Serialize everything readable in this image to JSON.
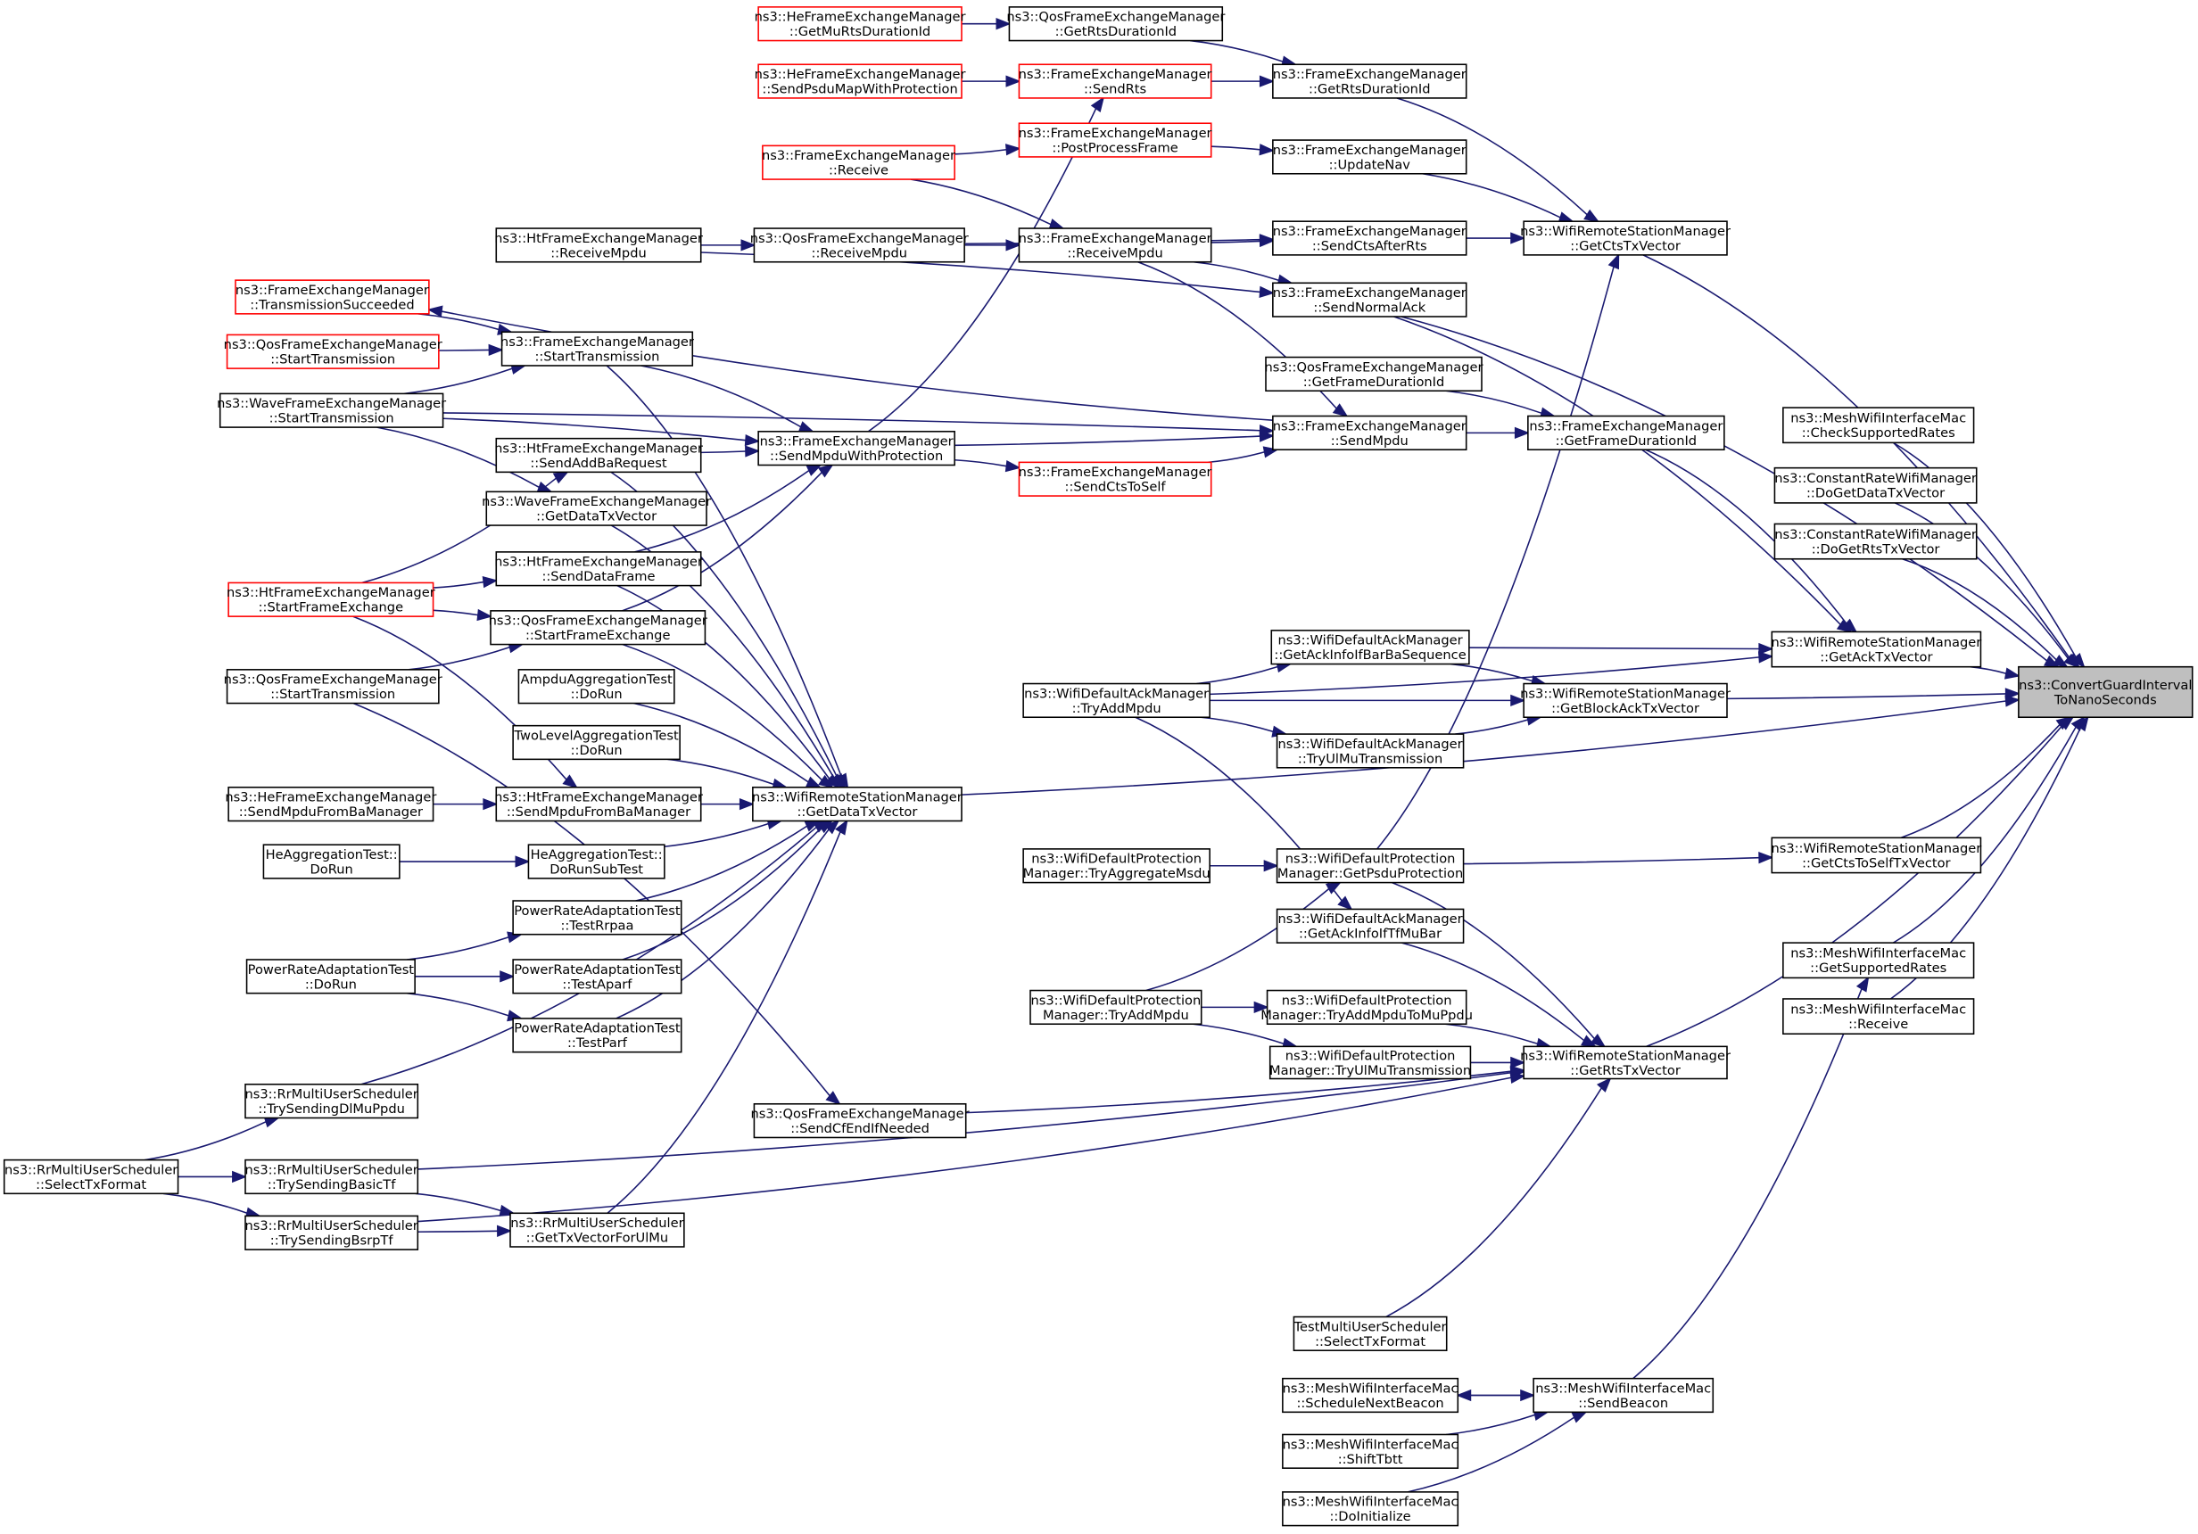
{
  "graph": {
    "title": "Call graph of ns3::ConvertGuardIntervalToNanoSeconds",
    "colors": {
      "edge": "#191970",
      "focus_fill": "#bfbfbf",
      "highlight_border": "#ff0000",
      "normal_border": "#000000"
    },
    "nodes": [
      {
        "id": "focus",
        "lines": [
          "ns3::ConvertGuardInterval",
          "ToNanoSeconds"
        ],
        "style": "focus"
      },
      {
        "id": "mesh_check",
        "lines": [
          "ns3::MeshWifiInterfaceMac",
          "::CheckSupportedRates"
        ],
        "style": "normal"
      },
      {
        "id": "crwm_data",
        "lines": [
          "ns3::ConstantRateWifiManager",
          "::DoGetDataTxVector"
        ],
        "style": "normal"
      },
      {
        "id": "crwm_rts",
        "lines": [
          "ns3::ConstantRateWifiManager",
          "::DoGetRtsTxVector"
        ],
        "style": "normal"
      },
      {
        "id": "wrsm_ack",
        "lines": [
          "ns3::WifiRemoteStationManager",
          "::GetAckTxVector"
        ],
        "style": "normal"
      },
      {
        "id": "wrsm_cts2self",
        "lines": [
          "ns3::WifiRemoteStationManager",
          "::GetCtsToSelfTxVector"
        ],
        "style": "normal"
      },
      {
        "id": "mesh_rates",
        "lines": [
          "ns3::MeshWifiInterfaceMac",
          "::GetSupportedRates"
        ],
        "style": "normal"
      },
      {
        "id": "mesh_recv",
        "lines": [
          "ns3::MeshWifiInterfaceMac",
          "::Receive"
        ],
        "style": "normal"
      },
      {
        "id": "wrsm_cts",
        "lines": [
          "ns3::WifiRemoteStationManager",
          "::GetCtsTxVector"
        ],
        "style": "normal"
      },
      {
        "id": "wrsm_ba",
        "lines": [
          "ns3::WifiRemoteStationManager",
          "::GetBlockAckTxVector"
        ],
        "style": "normal"
      },
      {
        "id": "wrsm_rts",
        "lines": [
          "ns3::WifiRemoteStationManager",
          "::GetRtsTxVector"
        ],
        "style": "normal"
      },
      {
        "id": "mesh_beacon",
        "lines": [
          "ns3::MeshWifiInterfaceMac",
          "::SendBeacon"
        ],
        "style": "normal"
      },
      {
        "id": "fem_getrtsdur",
        "lines": [
          "ns3::FrameExchangeManager",
          "::GetRtsDurationId"
        ],
        "style": "normal"
      },
      {
        "id": "fem_updnav",
        "lines": [
          "ns3::FrameExchangeManager",
          "::UpdateNav"
        ],
        "style": "normal"
      },
      {
        "id": "fem_ctsafterrts",
        "lines": [
          "ns3::FrameExchangeManager",
          "::SendCtsAfterRts"
        ],
        "style": "normal"
      },
      {
        "id": "fem_normalack",
        "lines": [
          "ns3::FrameExchangeManager",
          "::SendNormalAck"
        ],
        "style": "normal"
      },
      {
        "id": "qfem_framedur",
        "lines": [
          "ns3::QosFrameExchangeManager",
          "::GetFrameDurationId"
        ],
        "style": "normal"
      },
      {
        "id": "fem_framedur",
        "lines": [
          "ns3::FrameExchangeManager",
          "::GetFrameDurationId"
        ],
        "style": "normal"
      },
      {
        "id": "fem_sendmpdu",
        "lines": [
          "ns3::FrameExchangeManager",
          "::SendMpdu"
        ],
        "style": "normal"
      },
      {
        "id": "dam_barba",
        "lines": [
          "ns3::WifiDefaultAckManager",
          "::GetAckInfoIfBarBaSequence"
        ],
        "style": "normal"
      },
      {
        "id": "dam_ulmu",
        "lines": [
          "ns3::WifiDefaultAckManager",
          "::TryUlMuTransmission"
        ],
        "style": "normal"
      },
      {
        "id": "dam_tryadd",
        "lines": [
          "ns3::WifiDefaultAckManager",
          "::TryAddMpdu"
        ],
        "style": "normal"
      },
      {
        "id": "dpm_psdu",
        "lines": [
          "ns3::WifiDefaultProtection",
          "Manager::GetPsduProtection"
        ],
        "style": "normal"
      },
      {
        "id": "dpm_aggmsdu",
        "lines": [
          "ns3::WifiDefaultProtection",
          "Manager::TryAggregateMsdu"
        ],
        "style": "normal"
      },
      {
        "id": "dam_tfmubar",
        "lines": [
          "ns3::WifiDefaultAckManager",
          "::GetAckInfoIfTfMuBar"
        ],
        "style": "normal"
      },
      {
        "id": "dpm_tryadd",
        "lines": [
          "ns3::WifiDefaultProtection",
          "Manager::TryAddMpdu"
        ],
        "style": "normal"
      },
      {
        "id": "dpm_mumppdu",
        "lines": [
          "ns3::WifiDefaultProtection",
          "Manager::TryAddMpduToMuPpdu"
        ],
        "style": "normal"
      },
      {
        "id": "dpm_ulmu",
        "lines": [
          "ns3::WifiDefaultProtection",
          "Manager::TryUlMuTransmission"
        ],
        "style": "normal"
      },
      {
        "id": "tmus_select",
        "lines": [
          "TestMultiUserScheduler",
          "::SelectTxFormat"
        ],
        "style": "normal"
      },
      {
        "id": "mesh_schedbeacon",
        "lines": [
          "ns3::MeshWifiInterfaceMac",
          "::ScheduleNextBeacon"
        ],
        "style": "normal"
      },
      {
        "id": "mesh_shift",
        "lines": [
          "ns3::MeshWifiInterfaceMac",
          "::ShiftTbtt"
        ],
        "style": "normal"
      },
      {
        "id": "mesh_doinit",
        "lines": [
          "ns3::MeshWifiInterfaceMac",
          "::DoInitialize"
        ],
        "style": "normal"
      },
      {
        "id": "hefem_murts",
        "lines": [
          "ns3::HeFrameExchangeManager",
          "::GetMuRtsDurationId"
        ],
        "style": "red"
      },
      {
        "id": "qfem_rtsdur",
        "lines": [
          "ns3::QosFrameExchangeManager",
          "::GetRtsDurationId"
        ],
        "style": "normal"
      },
      {
        "id": "hefem_psdumap",
        "lines": [
          "ns3::HeFrameExchangeManager",
          "::SendPsduMapWithProtection"
        ],
        "style": "red"
      },
      {
        "id": "fem_sendrts",
        "lines": [
          "ns3::FrameExchangeManager",
          "::SendRts"
        ],
        "style": "red"
      },
      {
        "id": "fem_receive",
        "lines": [
          "ns3::FrameExchangeManager",
          "::Receive"
        ],
        "style": "red"
      },
      {
        "id": "fem_postproc",
        "lines": [
          "ns3::FrameExchangeManager",
          "::PostProcessFrame"
        ],
        "style": "red"
      },
      {
        "id": "htfem_recvmpdu",
        "lines": [
          "ns3::HtFrameExchangeManager",
          "::ReceiveMpdu"
        ],
        "style": "normal"
      },
      {
        "id": "qfem_recvmpdu",
        "lines": [
          "ns3::QosFrameExchangeManager",
          "::ReceiveMpdu"
        ],
        "style": "normal"
      },
      {
        "id": "fem_recvmpdu",
        "lines": [
          "ns3::FrameExchangeManager",
          "::ReceiveMpdu"
        ],
        "style": "normal"
      },
      {
        "id": "fem_txsucc",
        "lines": [
          "ns3::FrameExchangeManager",
          "::TransmissionSucceeded"
        ],
        "style": "red"
      },
      {
        "id": "qfem_starttx_red",
        "lines": [
          "ns3::QosFrameExchangeManager",
          "::StartTransmission"
        ],
        "style": "red"
      },
      {
        "id": "fem_starttx",
        "lines": [
          "ns3::FrameExchangeManager",
          "::StartTransmission"
        ],
        "style": "normal"
      },
      {
        "id": "wfem_starttx",
        "lines": [
          "ns3::WaveFrameExchangeManager",
          "::StartTransmission"
        ],
        "style": "normal"
      },
      {
        "id": "fem_mpduprot",
        "lines": [
          "ns3::FrameExchangeManager",
          "::SendMpduWithProtection"
        ],
        "style": "normal"
      },
      {
        "id": "fem_ctstoself",
        "lines": [
          "ns3::FrameExchangeManager",
          "::SendCtsToSelf"
        ],
        "style": "red"
      },
      {
        "id": "htfem_addba",
        "lines": [
          "ns3::HtFrameExchangeManager",
          "::SendAddBaRequest"
        ],
        "style": "normal"
      },
      {
        "id": "wfem_datatx",
        "lines": [
          "ns3::WaveFrameExchangeManager",
          "::GetDataTxVector"
        ],
        "style": "normal"
      },
      {
        "id": "htfem_dataframe",
        "lines": [
          "ns3::HtFrameExchangeManager",
          "::SendDataFrame"
        ],
        "style": "normal"
      },
      {
        "id": "htfem_startfe",
        "lines": [
          "ns3::HtFrameExchangeManager",
          "::StartFrameExchange"
        ],
        "style": "red"
      },
      {
        "id": "qfem_startfe",
        "lines": [
          "ns3::QosFrameExchangeManager",
          "::StartFrameExchange"
        ],
        "style": "normal"
      },
      {
        "id": "qfem_starttx",
        "lines": [
          "ns3::QosFrameExchangeManager",
          "::StartTransmission"
        ],
        "style": "normal"
      },
      {
        "id": "ampdu_run",
        "lines": [
          "AmpduAggregationTest",
          "::DoRun"
        ],
        "style": "normal"
      },
      {
        "id": "twolevel_run",
        "lines": [
          "TwoLevelAggregationTest",
          "::DoRun"
        ],
        "style": "normal"
      },
      {
        "id": "hefem_baman",
        "lines": [
          "ns3::HeFrameExchangeManager",
          "::SendMpduFromBaManager"
        ],
        "style": "normal"
      },
      {
        "id": "htfem_baman",
        "lines": [
          "ns3::HtFrameExchangeManager",
          "::SendMpduFromBaManager"
        ],
        "style": "normal"
      },
      {
        "id": "wrsm_data",
        "lines": [
          "ns3::WifiRemoteStationManager",
          "::GetDataTxVector"
        ],
        "style": "normal"
      },
      {
        "id": "heagg_run",
        "lines": [
          "HeAggregationTest::",
          "DoRun"
        ],
        "style": "normal"
      },
      {
        "id": "heagg_sub",
        "lines": [
          "HeAggregationTest::",
          "DoRunSubTest"
        ],
        "style": "normal"
      },
      {
        "id": "prat_rrpaa",
        "lines": [
          "PowerRateAdaptationTest",
          "::TestRrpaa"
        ],
        "style": "normal"
      },
      {
        "id": "prat_run",
        "lines": [
          "PowerRateAdaptationTest",
          "::DoRun"
        ],
        "style": "normal"
      },
      {
        "id": "prat_aparf",
        "lines": [
          "PowerRateAdaptationTest",
          "::TestAparf"
        ],
        "style": "normal"
      },
      {
        "id": "prat_parf",
        "lines": [
          "PowerRateAdaptationTest",
          "::TestParf"
        ],
        "style": "normal"
      },
      {
        "id": "rr_dlmu",
        "lines": [
          "ns3::RrMultiUserScheduler",
          "::TrySendingDlMuPpdu"
        ],
        "style": "normal"
      },
      {
        "id": "qfem_cfend",
        "lines": [
          "ns3::QosFrameExchangeManager",
          "::SendCfEndIfNeeded"
        ],
        "style": "normal"
      },
      {
        "id": "rr_select",
        "lines": [
          "ns3::RrMultiUserScheduler",
          "::SelectTxFormat"
        ],
        "style": "normal"
      },
      {
        "id": "rr_basictf",
        "lines": [
          "ns3::RrMultiUserScheduler",
          "::TrySendingBasicTf"
        ],
        "style": "normal"
      },
      {
        "id": "rr_ulmu",
        "lines": [
          "ns3::RrMultiUserScheduler",
          "::GetTxVectorForUlMu"
        ],
        "style": "normal"
      },
      {
        "id": "rr_bsrptf",
        "lines": [
          "ns3::RrMultiUserScheduler",
          "::TrySendingBsrpTf"
        ],
        "style": "normal"
      }
    ],
    "edges": [
      [
        "mesh_check",
        "focus"
      ],
      [
        "crwm_data",
        "focus"
      ],
      [
        "crwm_rts",
        "focus"
      ],
      [
        "wrsm_ack",
        "focus"
      ],
      [
        "wrsm_cts",
        "focus"
      ],
      [
        "wrsm_ba",
        "focus"
      ],
      [
        "wrsm_data",
        "focus"
      ],
      [
        "wrsm_cts2self",
        "focus"
      ],
      [
        "wrsm_rts",
        "focus"
      ],
      [
        "mesh_rates",
        "focus"
      ],
      [
        "mesh_recv",
        "focus"
      ],
      [
        "fem_normalack",
        "focus"
      ],
      [
        "fem_getrtsdur",
        "wrsm_cts"
      ],
      [
        "fem_updnav",
        "wrsm_cts"
      ],
      [
        "fem_ctsafterrts",
        "wrsm_cts"
      ],
      [
        "dpm_psdu",
        "wrsm_cts"
      ],
      [
        "fem_framedur",
        "wrsm_ack"
      ],
      [
        "dam_barba",
        "wrsm_ack"
      ],
      [
        "dam_tryadd",
        "wrsm_ack"
      ],
      [
        "fem_normalack",
        "wrsm_ack"
      ],
      [
        "dam_barba",
        "wrsm_ba"
      ],
      [
        "dam_tryadd",
        "wrsm_ba"
      ],
      [
        "dam_ulmu",
        "wrsm_ba"
      ],
      [
        "dpm_psdu",
        "wrsm_cts2self"
      ],
      [
        "mesh_beacon",
        "mesh_rates"
      ],
      [
        "dpm_psdu",
        "wrsm_rts"
      ],
      [
        "dam_tfmubar",
        "wrsm_rts"
      ],
      [
        "dpm_mumppdu",
        "wrsm_rts"
      ],
      [
        "dpm_ulmu",
        "wrsm_rts"
      ],
      [
        "qfem_cfend",
        "wrsm_rts"
      ],
      [
        "rr_basictf",
        "wrsm_rts"
      ],
      [
        "rr_bsrptf",
        "wrsm_rts"
      ],
      [
        "tmus_select",
        "wrsm_rts"
      ],
      [
        "mesh_schedbeacon",
        "mesh_beacon"
      ],
      [
        "mesh_beacon",
        "mesh_schedbeacon"
      ],
      [
        "mesh_shift",
        "mesh_beacon"
      ],
      [
        "mesh_doinit",
        "mesh_beacon"
      ],
      [
        "qfem_rtsdur",
        "fem_getrtsdur"
      ],
      [
        "fem_sendrts",
        "fem_getrtsdur"
      ],
      [
        "hefem_murts",
        "qfem_rtsdur"
      ],
      [
        "hefem_psdumap",
        "fem_sendrts"
      ],
      [
        "fem_mpduprot",
        "fem_sendrts"
      ],
      [
        "fem_receive",
        "fem_postproc"
      ],
      [
        "fem_postproc",
        "fem_updnav"
      ],
      [
        "fem_receive",
        "fem_recvmpdu"
      ],
      [
        "htfem_recvmpdu",
        "qfem_recvmpdu"
      ],
      [
        "qfem_recvmpdu",
        "fem_recvmpdu"
      ],
      [
        "qfem_recvmpdu",
        "fem_ctsafterrts"
      ],
      [
        "fem_recvmpdu",
        "fem_ctsafterrts"
      ],
      [
        "fem_recvmpdu",
        "fem_normalack"
      ],
      [
        "htfem_recvmpdu",
        "fem_normalack"
      ],
      [
        "fem_recvmpdu",
        "fem_sendmpdu"
      ],
      [
        "fem_sendmpdu",
        "fem_txsucc"
      ],
      [
        "qfem_framedur",
        "fem_framedur"
      ],
      [
        "fem_sendmpdu",
        "fem_framedur"
      ],
      [
        "fem_mpduprot",
        "fem_sendmpdu"
      ],
      [
        "fem_ctstoself",
        "fem_sendmpdu"
      ],
      [
        "wfem_starttx",
        "fem_sendmpdu"
      ],
      [
        "fem_mpduprot",
        "fem_ctstoself"
      ],
      [
        "fem_txsucc",
        "fem_starttx"
      ],
      [
        "qfem_starttx_red",
        "fem_starttx"
      ],
      [
        "wfem_starttx",
        "fem_starttx"
      ],
      [
        "fem_starttx",
        "fem_mpduprot"
      ],
      [
        "wfem_starttx",
        "fem_mpduprot"
      ],
      [
        "htfem_addba",
        "fem_mpduprot"
      ],
      [
        "htfem_dataframe",
        "fem_mpduprot"
      ],
      [
        "qfem_startfe",
        "fem_mpduprot"
      ],
      [
        "wfem_starttx",
        "wfem_datatx"
      ],
      [
        "htfem_startfe",
        "htfem_addba"
      ],
      [
        "htfem_startfe",
        "htfem_dataframe"
      ],
      [
        "htfem_startfe",
        "qfem_startfe"
      ],
      [
        "qfem_starttx",
        "qfem_startfe"
      ],
      [
        "htfem_startfe",
        "htfem_baman"
      ],
      [
        "hefem_baman",
        "htfem_baman"
      ],
      [
        "qfem_starttx",
        "qfem_cfend"
      ],
      [
        "fem_starttx",
        "wrsm_data"
      ],
      [
        "htfem_addba",
        "wrsm_data"
      ],
      [
        "wfem_datatx",
        "wrsm_data"
      ],
      [
        "htfem_dataframe",
        "wrsm_data"
      ],
      [
        "qfem_startfe",
        "wrsm_data"
      ],
      [
        "ampdu_run",
        "wrsm_data"
      ],
      [
        "twolevel_run",
        "wrsm_data"
      ],
      [
        "htfem_baman",
        "wrsm_data"
      ],
      [
        "heagg_sub",
        "wrsm_data"
      ],
      [
        "prat_rrpaa",
        "wrsm_data"
      ],
      [
        "prat_aparf",
        "wrsm_data"
      ],
      [
        "prat_parf",
        "wrsm_data"
      ],
      [
        "rr_dlmu",
        "wrsm_data"
      ],
      [
        "rr_ulmu",
        "wrsm_data"
      ],
      [
        "heagg_run",
        "heagg_sub"
      ],
      [
        "prat_run",
        "prat_rrpaa"
      ],
      [
        "prat_run",
        "prat_aparf"
      ],
      [
        "prat_run",
        "prat_parf"
      ],
      [
        "rr_select",
        "rr_dlmu"
      ],
      [
        "rr_select",
        "rr_basictf"
      ],
      [
        "rr_select",
        "rr_bsrptf"
      ],
      [
        "rr_basictf",
        "rr_ulmu"
      ],
      [
        "rr_bsrptf",
        "rr_ulmu"
      ],
      [
        "dam_tryadd",
        "dam_barba"
      ],
      [
        "dam_tryadd",
        "dam_ulmu"
      ],
      [
        "dam_tryadd",
        "dam_tfmubar"
      ],
      [
        "dpm_aggmsdu",
        "dpm_psdu"
      ],
      [
        "dpm_tryadd",
        "dpm_psdu"
      ],
      [
        "dpm_tryadd",
        "dpm_mumppdu"
      ],
      [
        "dpm_tryadd",
        "dpm_ulmu"
      ]
    ]
  }
}
